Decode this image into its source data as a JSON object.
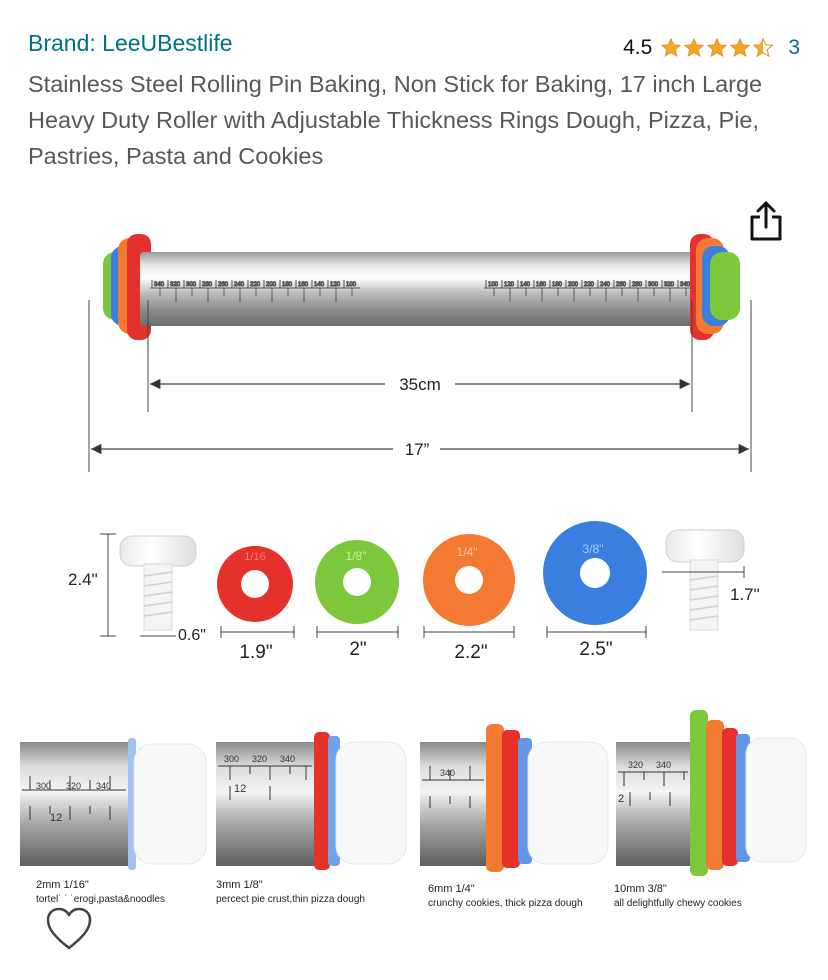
{
  "brand": {
    "label": "Brand: LeeUBestlife"
  },
  "rating": {
    "score": "4.5",
    "stars": 4.5,
    "count": "3",
    "star_color": "#F5A623"
  },
  "product": {
    "title": "Stainless Steel Rolling Pin Baking, Non Stick for Baking, 17 inch Large Heavy Duty Roller with Adjustable Thickness Rings Dough, Pizza, Pie, Pastries, Pasta and Cookies"
  },
  "image": {
    "dimensions": {
      "inner": "35cm",
      "outer": "17”"
    },
    "parts": {
      "height": "2.4\"",
      "bolt": "0.6\"",
      "ring_red": "1.9\"",
      "ring_green": "2\"",
      "ring_orange": "2.2\"",
      "ring_blue": "2.5\"",
      "cap": "1.7\""
    },
    "ring_labels": {
      "red": "1/16",
      "green": "1/8\"",
      "orange": "1/4\"",
      "blue": "3/8\""
    },
    "scale_left": [
      "340",
      "320",
      "300",
      "280",
      "260",
      "240",
      "220",
      "200",
      "180",
      "160",
      "140",
      "120",
      "100"
    ],
    "scale_right": [
      "100",
      "120",
      "140",
      "160",
      "180",
      "200",
      "220",
      "240",
      "260",
      "280",
      "300",
      "320",
      "340"
    ],
    "details": [
      {
        "size": "2mm 1/16\"",
        "desc": "tortel˙ ˙ ˙erogi,pasta&noodles"
      },
      {
        "size": "3mm 1/8\"",
        "desc": "percect pie crust,thin pizza dough"
      },
      {
        "size": "6mm 1/4\"",
        "desc": "crunchy cookies, thick pizza dough"
      },
      {
        "size": "10mm 3/8\"",
        "desc": "all delightfully chewy cookies"
      }
    ]
  },
  "colors": {
    "red": "#E5312C",
    "green": "#7DC73A",
    "orange": "#F47A33",
    "blue": "#3A7FE0",
    "link": "#007185"
  }
}
